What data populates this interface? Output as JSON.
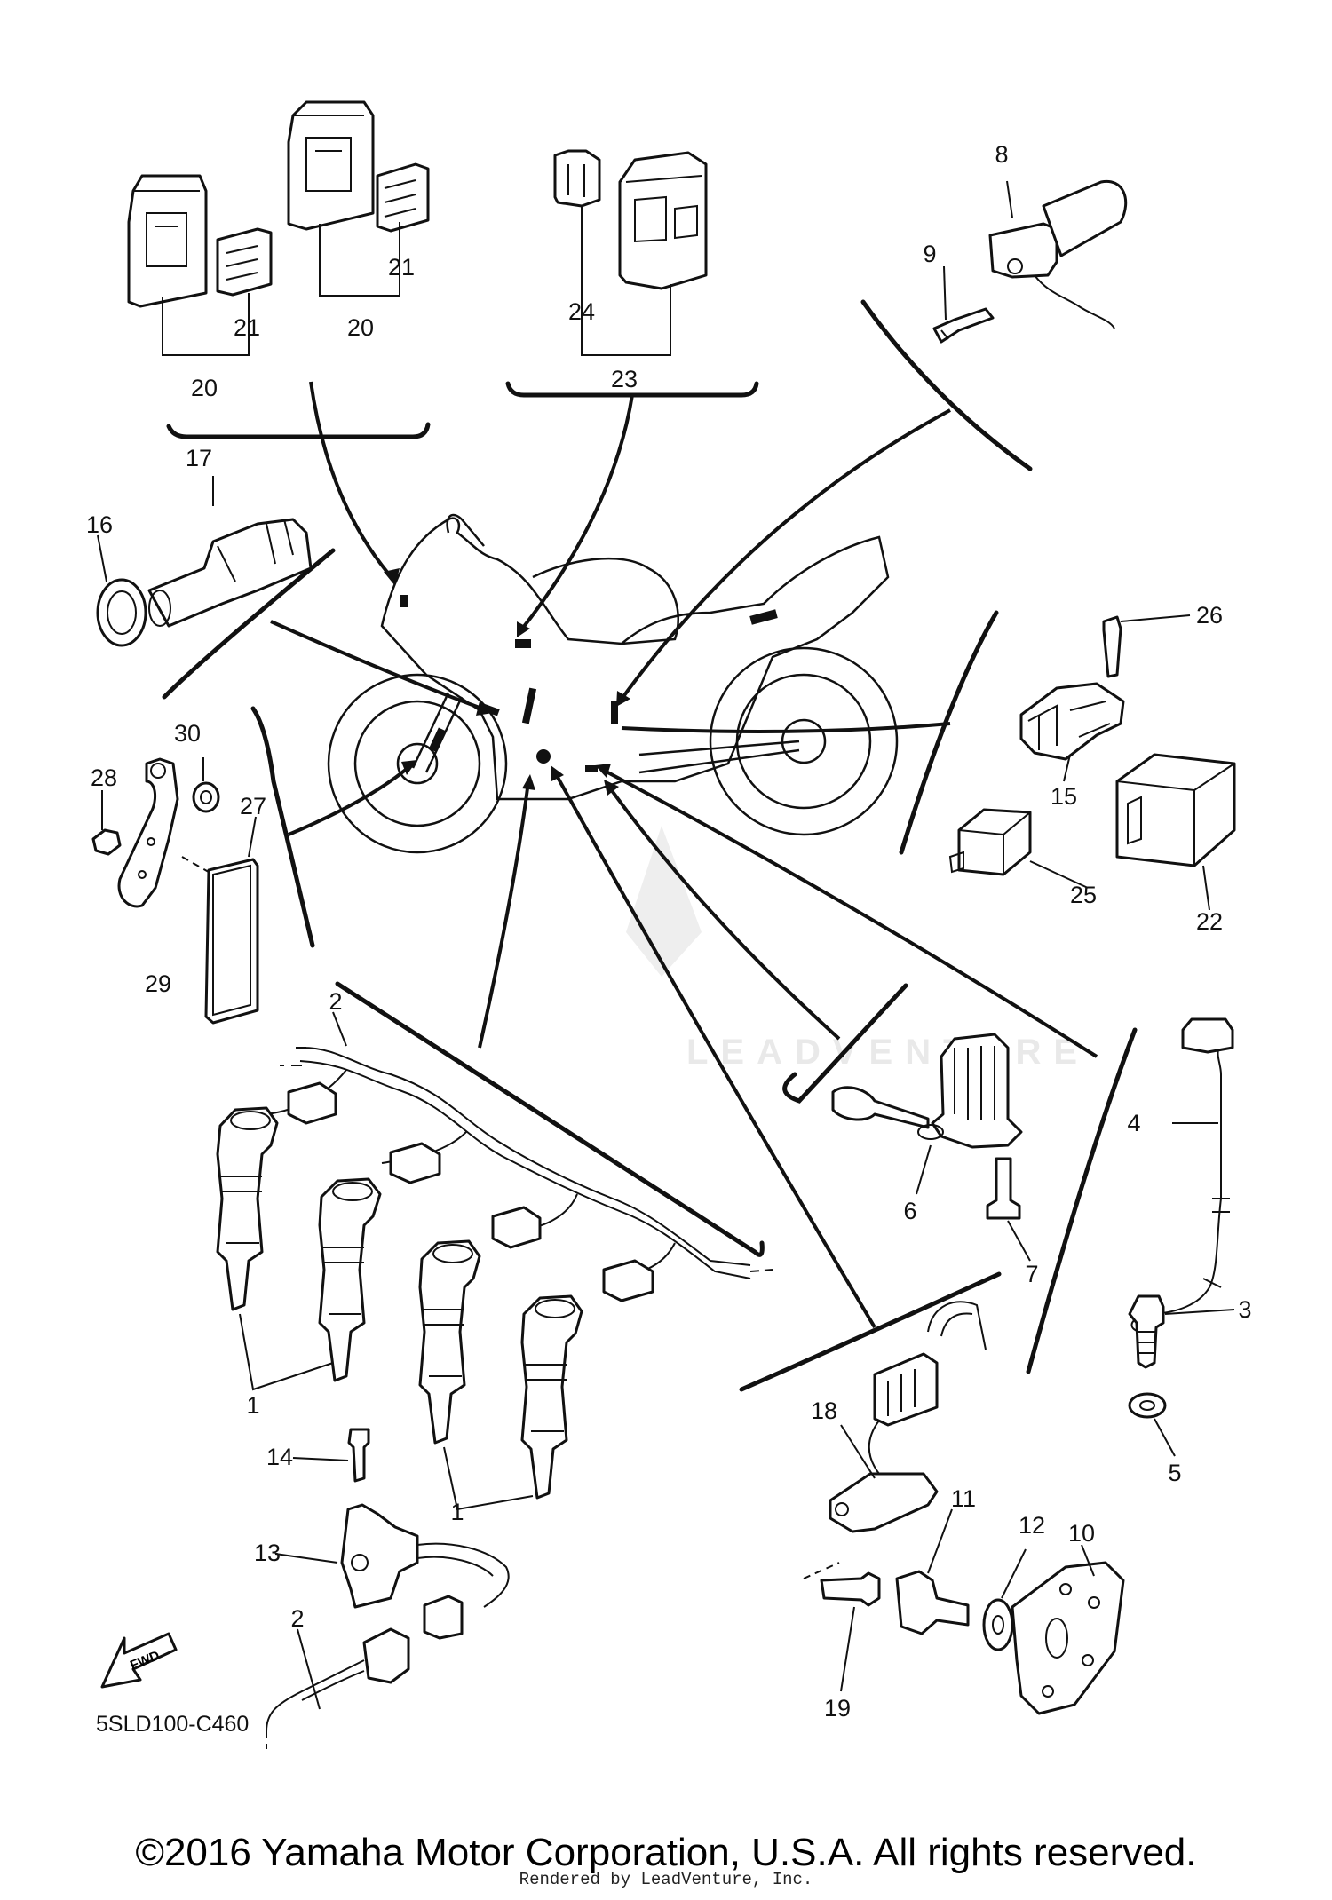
{
  "diagram": {
    "code": "5SLD100-C460",
    "fwd_label": "FWD",
    "watermark": "LEADVENTURE",
    "copyright": "©2016 Yamaha Motor Corporation, U.S.A. All rights reserved.",
    "rendered_by": "Rendered by LeadVenture, Inc.",
    "callouts": [
      {
        "id": "c1a",
        "label": "1"
      },
      {
        "id": "c1b",
        "label": "1"
      },
      {
        "id": "c2a",
        "label": "2"
      },
      {
        "id": "c2b",
        "label": "2"
      },
      {
        "id": "c3",
        "label": "3"
      },
      {
        "id": "c4",
        "label": "4"
      },
      {
        "id": "c5",
        "label": "5"
      },
      {
        "id": "c6",
        "label": "6"
      },
      {
        "id": "c7",
        "label": "7"
      },
      {
        "id": "c8",
        "label": "8"
      },
      {
        "id": "c9",
        "label": "9"
      },
      {
        "id": "c10",
        "label": "10"
      },
      {
        "id": "c11",
        "label": "11"
      },
      {
        "id": "c12",
        "label": "12"
      },
      {
        "id": "c13",
        "label": "13"
      },
      {
        "id": "c14",
        "label": "14"
      },
      {
        "id": "c15",
        "label": "15"
      },
      {
        "id": "c16",
        "label": "16"
      },
      {
        "id": "c17",
        "label": "17"
      },
      {
        "id": "c18",
        "label": "18"
      },
      {
        "id": "c19",
        "label": "19"
      },
      {
        "id": "c20a",
        "label": "20"
      },
      {
        "id": "c20b",
        "label": "20"
      },
      {
        "id": "c21a",
        "label": "21"
      },
      {
        "id": "c21b",
        "label": "21"
      },
      {
        "id": "c22",
        "label": "22"
      },
      {
        "id": "c23",
        "label": "23"
      },
      {
        "id": "c24",
        "label": "24"
      },
      {
        "id": "c25",
        "label": "25"
      },
      {
        "id": "c26",
        "label": "26"
      },
      {
        "id": "c27",
        "label": "27"
      },
      {
        "id": "c28",
        "label": "28"
      },
      {
        "id": "c29",
        "label": "29"
      },
      {
        "id": "c30",
        "label": "30"
      }
    ]
  }
}
